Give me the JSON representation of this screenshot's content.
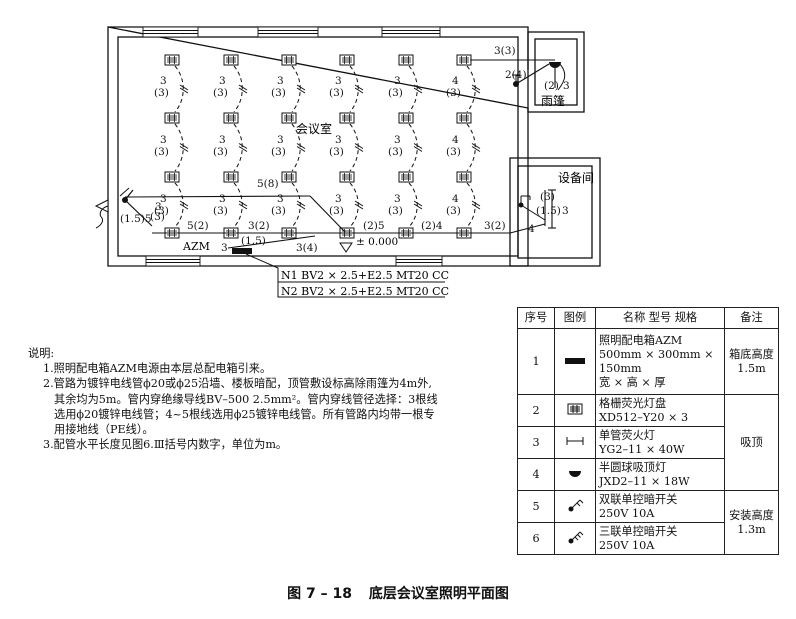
{
  "plan": {
    "room_labels": {
      "meeting_room": "会议室",
      "canopy": "雨篷",
      "equipment_room": "设备间",
      "panel_name": "AZM",
      "elevation": "± 0.000"
    },
    "feeder_lines": [
      "N1 BV2 × 2.5+E2.5 MT20 CC",
      "N2 BV2 × 2.5+E2.5 MT20 CC"
    ],
    "col_wire_labels": [
      "3",
      "(3)"
    ],
    "col4_wire_labels": [
      "4",
      "(3)"
    ],
    "bottom_run_labels": [
      "5(2)",
      "3(2)",
      "(2)5",
      "(2)4",
      "3(2)"
    ],
    "diag_label": "5(8)",
    "switch_left_labels": [
      "3",
      "(3)",
      "(1.5)5"
    ],
    "panel_labels": [
      "3",
      "(1.5)",
      "3(4)"
    ],
    "canopy_labels": [
      "3(3)",
      "2(4)",
      "(2)",
      "3"
    ],
    "equip_labels": [
      "(3)",
      "(1.5)",
      "3",
      "4"
    ]
  },
  "notes": {
    "heading": "说明:",
    "item1": "1.照明配电箱AZM电源由本层总配电箱引来。",
    "item2_l1": "2.管路为镀锌电线管ϕ20或ϕ25沿墙、楼板暗配，顶管敷设标高除雨篷为4m外,",
    "item2_l2": "其余均为5m。管内穿绝缘导线BV–500 2.5mm²。管内穿线管径选择：3根线",
    "item2_l3": "选用ϕ20镀锌电线管；4~5根线选用ϕ25镀锌电线管。所有管路内均带一根专",
    "item2_l4": "用接地线（PE线）。",
    "item3": "3.配管水平长度见图6.Ⅲ括号内数字，单位为m。"
  },
  "legend": {
    "headers": [
      "序号",
      "图例",
      "名称 型号 规格",
      "备注"
    ],
    "rows": [
      {
        "no": "1",
        "icon": "distribution-panel-symbol",
        "spec": [
          "照明配电箱AZM",
          "500mm × 300mm ×",
          "150mm",
          "宽 × 高 × 厚"
        ],
        "note": [
          "箱底高度",
          "1.5m"
        ]
      },
      {
        "no": "2",
        "icon": "grille-fluorescent-symbol",
        "spec": [
          "格栅荧光灯盘",
          "XD512–Y20 × 3"
        ],
        "note": [
          "吸顶"
        ]
      },
      {
        "no": "3",
        "icon": "single-tube-lamp-symbol",
        "spec": [
          "单管荧火灯",
          "YG2–11 × 40W"
        ]
      },
      {
        "no": "4",
        "icon": "hemisphere-lamp-symbol",
        "spec": [
          "半圆球吸顶灯",
          "JXD2–11 × 18W"
        ]
      },
      {
        "no": "5",
        "icon": "double-switch-symbol",
        "spec": [
          "双联单控暗开关",
          "250V 10A"
        ],
        "note": [
          "安装高度",
          "1.3m"
        ]
      },
      {
        "no": "6",
        "icon": "triple-switch-symbol",
        "spec": [
          "三联单控暗开关",
          "250V 10A"
        ]
      }
    ]
  },
  "caption": {
    "figure_no": "图 7 – 18",
    "title": "底层会议室照明平面图"
  }
}
